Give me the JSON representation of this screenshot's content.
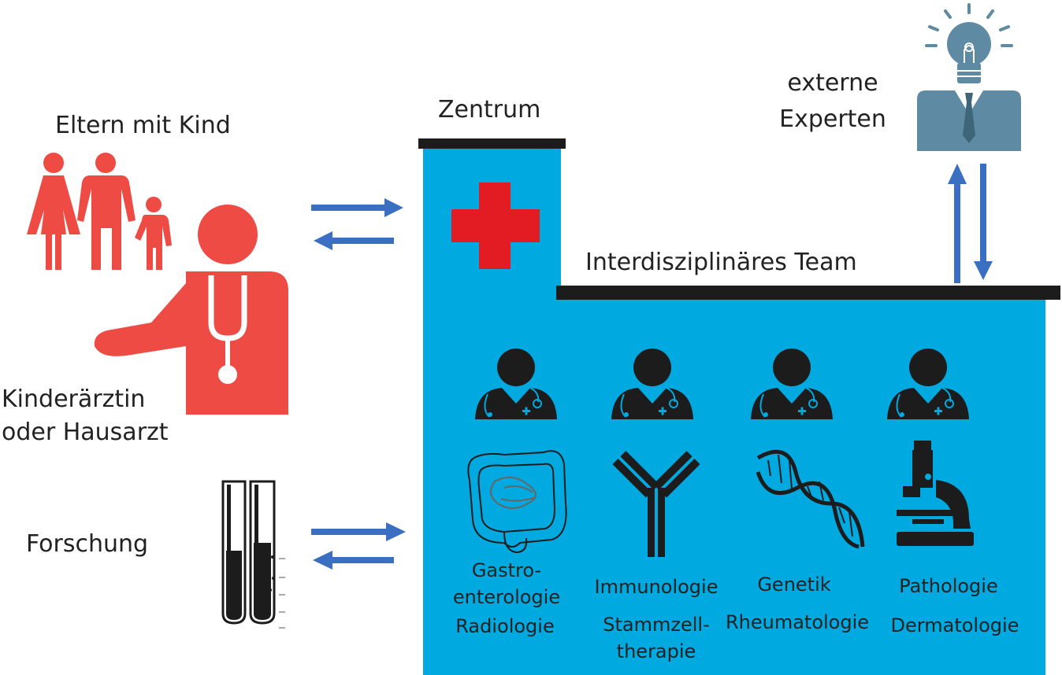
{
  "left": {
    "family_label": "Eltern mit Kind",
    "doctor_label_line1": "Kinderärztin",
    "doctor_label_line2": "oder Hausarzt",
    "research_label": "Forschung"
  },
  "center": {
    "zentrum_label": "Zentrum",
    "team_label": "Interdisziplinäres Team"
  },
  "experts": {
    "label_line1": "externe",
    "label_line2": "Experten"
  },
  "specialties": [
    {
      "line1": "Gastro-",
      "line2": "enterologie",
      "line3": "Radiologie"
    },
    {
      "line1": "Immunologie",
      "line2": "Stammzell-",
      "line3": "therapie"
    },
    {
      "line1": "Genetik",
      "line2": "Rheumatologie"
    },
    {
      "line1": "Pathologie",
      "line2": "Dermatologie"
    }
  ],
  "colors": {
    "building": "#00a9e0",
    "red_person": "#ef4b45",
    "cross": "#e31b23",
    "arrow": "#3a6fc1",
    "expert": "#5e8aa3",
    "dark": "#1c1c1c"
  }
}
